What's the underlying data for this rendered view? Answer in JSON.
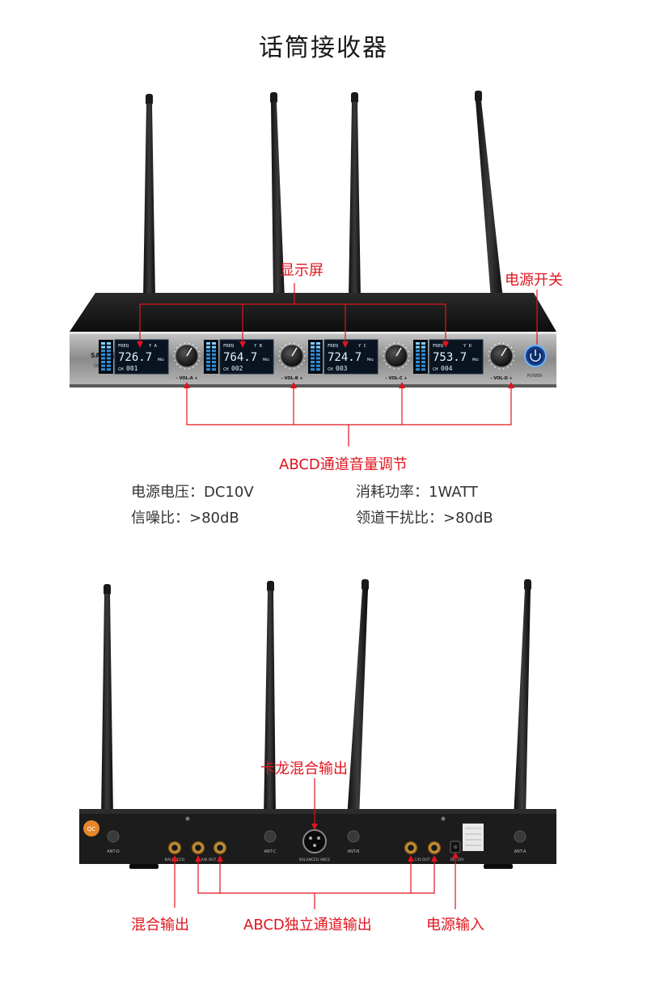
{
  "page_title": "话筒接收器",
  "front": {
    "callouts": {
      "display": "显示屏",
      "power_switch": "电源开关",
      "volume": "ABCD通道音量调节"
    },
    "brand": "SAST先科",
    "model": "OK-29",
    "channels": [
      {
        "freq_label": "FREQ",
        "freq": "726.7",
        "unit": "MHz",
        "ch_label": "CH",
        "ch": "001",
        "knob": "VOL-A",
        "ant": "A"
      },
      {
        "freq_label": "FREQ",
        "freq": "764.7",
        "unit": "MHz",
        "ch_label": "CH",
        "ch": "002",
        "knob": "VOL-B",
        "ant": "B"
      },
      {
        "freq_label": "FREQ",
        "freq": "724.7",
        "unit": "MHz",
        "ch_label": "CH",
        "ch": "003",
        "knob": "VOL-C",
        "ant": "C"
      },
      {
        "freq_label": "FREQ",
        "freq": "753.7",
        "unit": "MHz",
        "ch_label": "CH",
        "ch": "004",
        "knob": "VOL-D",
        "ant": "D"
      }
    ],
    "power_label": "POWER"
  },
  "specs": {
    "voltage": "电源电压：DC10V",
    "power": "消耗功率：1WATT",
    "snr": "信噪比：>80dB",
    "crosstalk": "领道干扰比：>80dB"
  },
  "rear": {
    "callouts": {
      "xlr": "卡龙混合输出",
      "mix": "混合输出",
      "abcd": "ABCD独立通道输出",
      "power_in": "电源输入"
    },
    "labels": {
      "ant_d": "ANT-D",
      "ant_c": "ANT-C",
      "ant_b": "ANT-B",
      "ant_a": "ANT-A",
      "balanced": "BALANCED",
      "balanced_xlr": "BALANCED ANCE",
      "out_ab": "A/B OUT",
      "out_cd": "C/D OUT",
      "dc": "DC-10V",
      "qc": "QC"
    }
  }
}
